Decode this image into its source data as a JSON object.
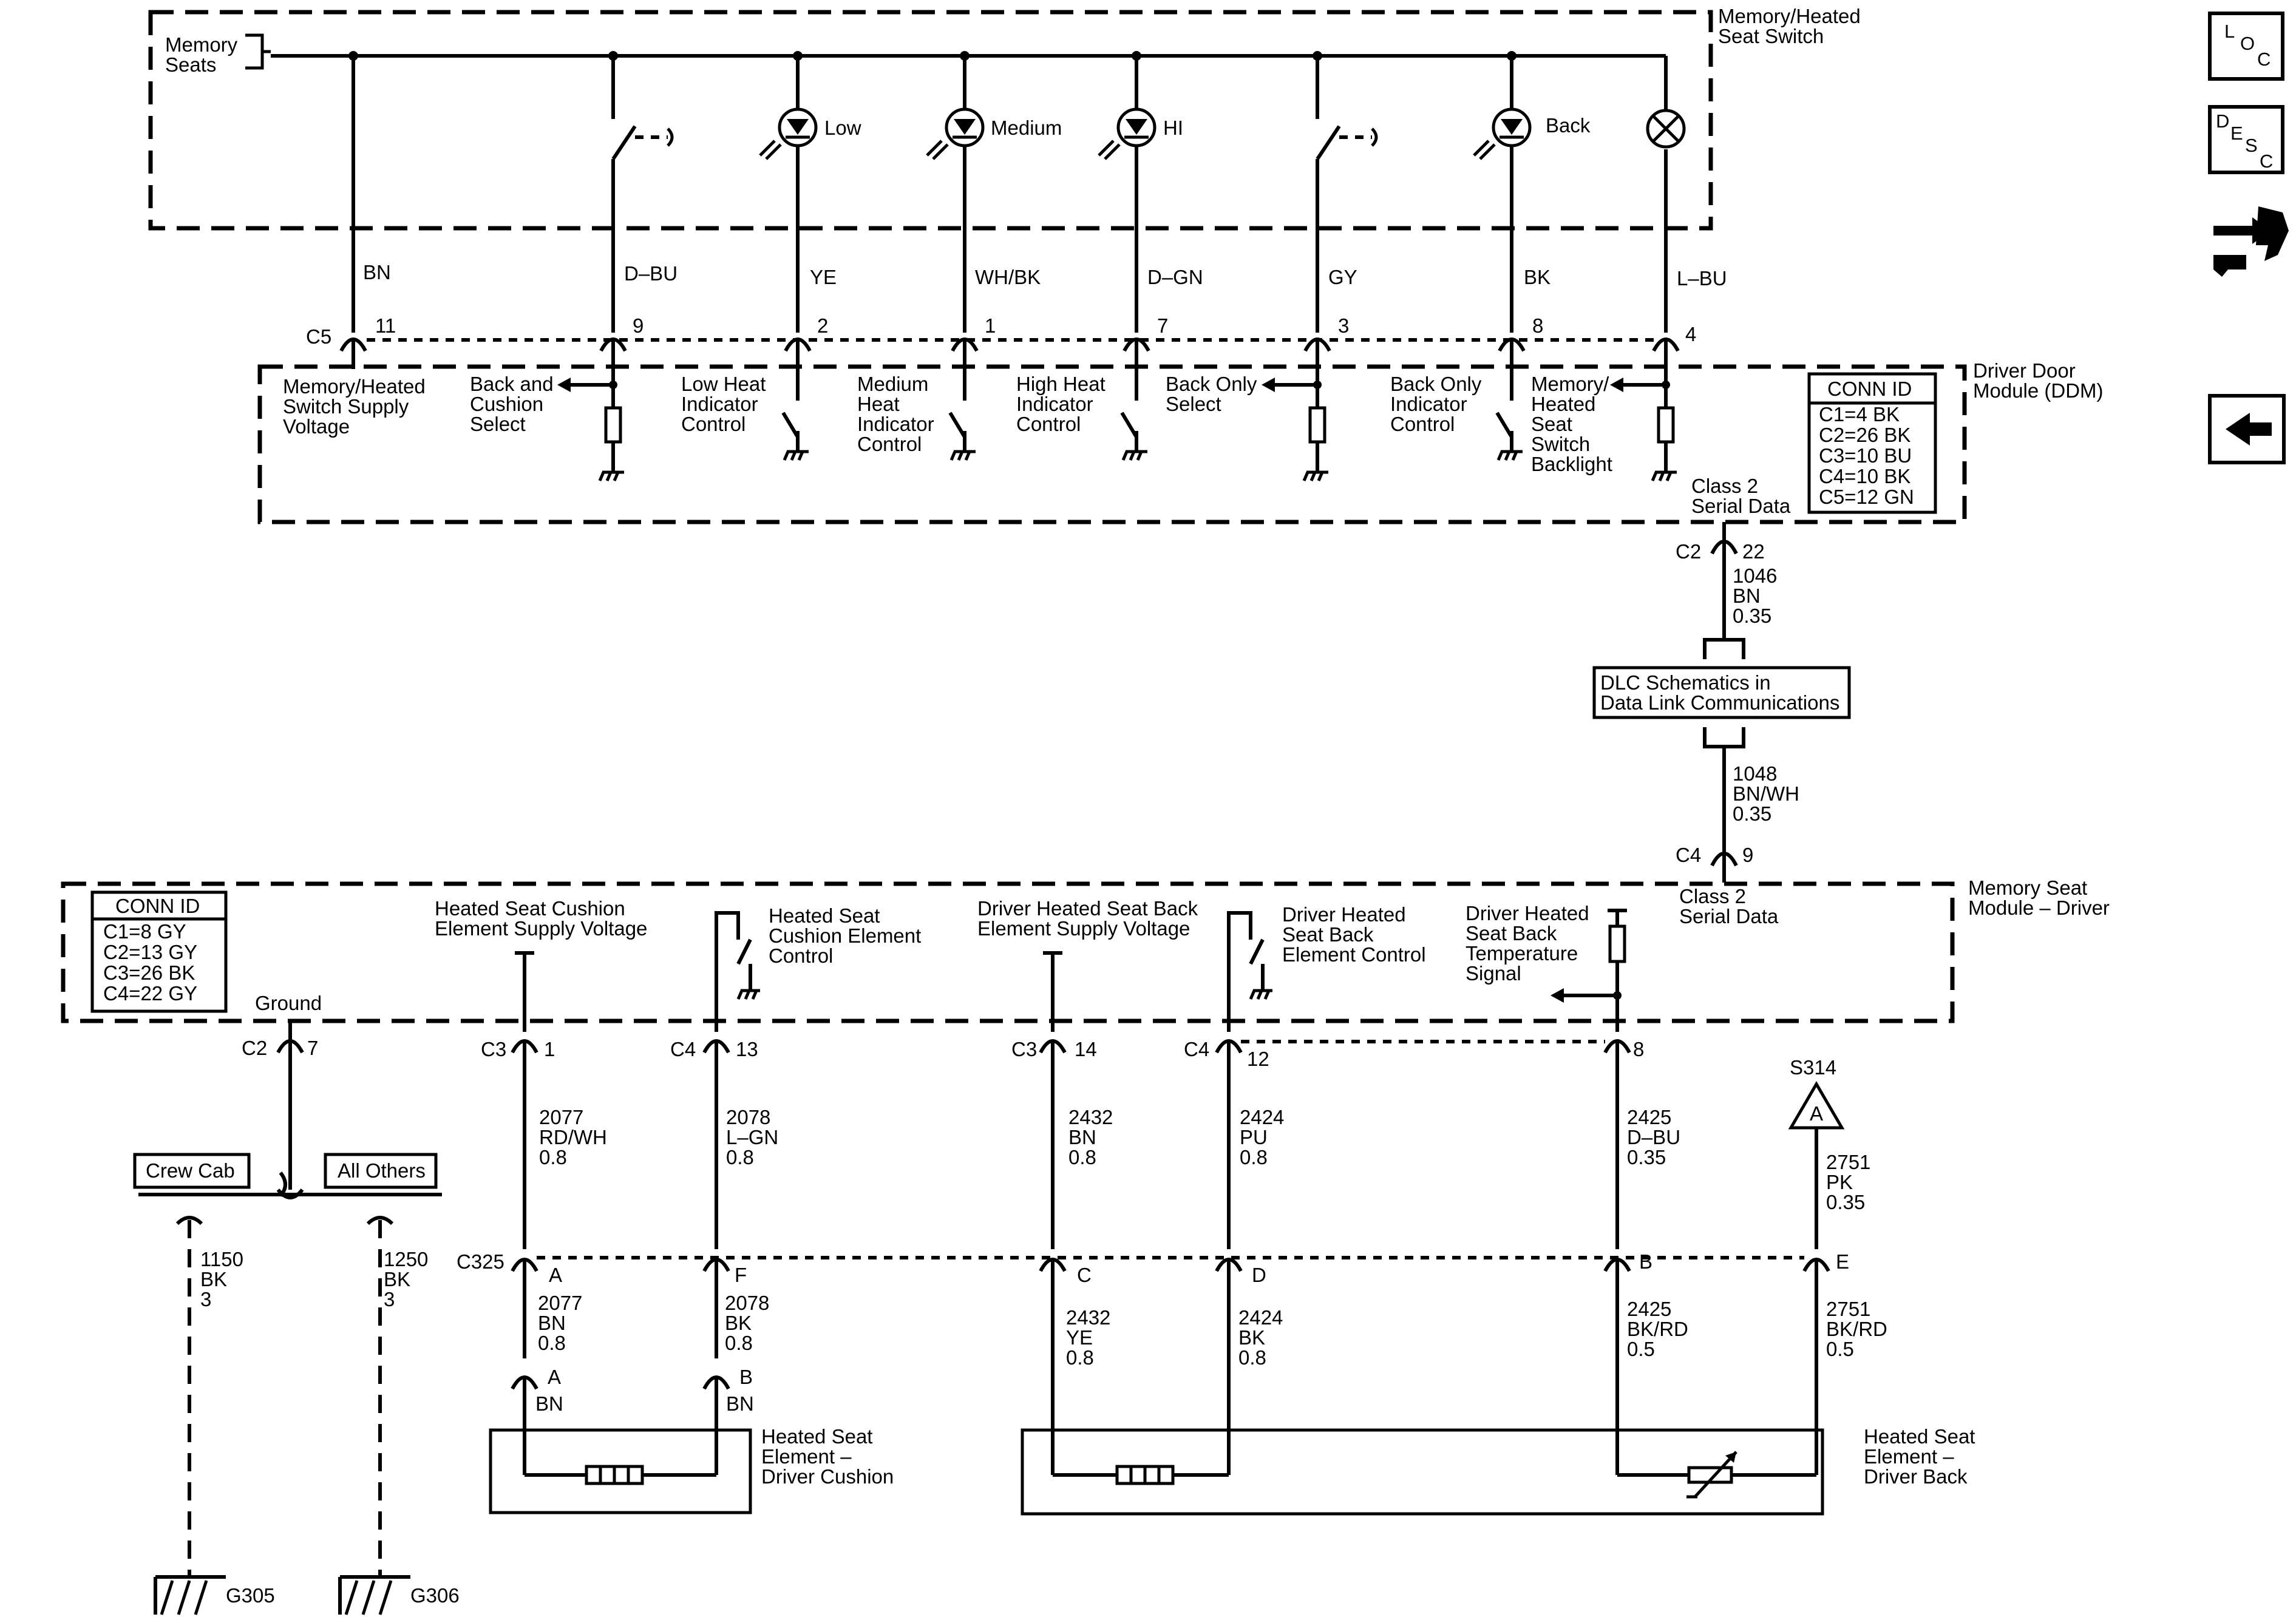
{
  "switch": {
    "label": "Memory/Heated\nSeat Switch",
    "memory_seats": "Memory\nSeats",
    "low": "Low",
    "medium": "Medium",
    "hi": "HI",
    "back": "Back"
  },
  "ddm": {
    "label": "Driver Door\nModule (DDM)",
    "class2": "Class 2\nSerial Data"
  },
  "ddm_conn_id": {
    "title": "CONN ID",
    "rows": [
      "C1=4 BK",
      "C2=26 BK",
      "C3=10 BU",
      "C4=10 BK",
      "C5=12 GN"
    ]
  },
  "ddm_pins": [
    {
      "wire": "BN",
      "pin": "11",
      "conn": "C5",
      "desc": "Memory/Heated\nSwitch Supply\nVoltage"
    },
    {
      "wire": "D–BU",
      "pin": "9",
      "desc": "Back and\nCushion\nSelect"
    },
    {
      "wire": "YE",
      "pin": "2",
      "desc": "Low Heat\nIndicator\nControl"
    },
    {
      "wire": "WH/BK",
      "pin": "1",
      "desc": "Medium\nHeat\nIndicator\nControl"
    },
    {
      "wire": "D–GN",
      "pin": "7",
      "desc": "High Heat\nIndicator\nControl"
    },
    {
      "wire": "GY",
      "pin": "3",
      "desc": "Back Only\nSelect"
    },
    {
      "wire": "BK",
      "pin": "8",
      "desc": "Back Only\nIndicator\nControl"
    },
    {
      "wire": "L–BU",
      "pin": "4",
      "desc": "Memory/\nHeated\nSeat\nSwitch\nBacklight"
    }
  ],
  "serial_link": {
    "c2": "C2",
    "pin22": "22",
    "w1046": "1046\nBN\n0.35",
    "dlc": "DLC Schematics in\nData Link Communications",
    "w1048": "1048\nBN/WH\n0.35",
    "c4": "C4",
    "pin9": "9"
  },
  "msm": {
    "label": "Memory Seat\nModule – Driver",
    "class2": "Class 2\nSerial Data",
    "ground": "Ground",
    "cushion_supply": "Heated Seat Cushion\nElement Supply Voltage",
    "cushion_control": "Heated Seat\nCushion Element\nControl",
    "back_supply": "Driver Heated Seat Back\nElement Supply Voltage",
    "back_control": "Driver Heated\nSeat Back\nElement Control",
    "back_temp": "Driver Heated\nSeat Back\nTemperature\nSignal"
  },
  "msm_conn_id": {
    "title": "CONN ID",
    "rows": [
      "C1=8 GY",
      "C2=13 GY",
      "C3=26 BK",
      "C4=22 GY"
    ]
  },
  "msm_pins": [
    {
      "conn": "C2",
      "pin": "7"
    },
    {
      "conn": "C3",
      "pin": "1"
    },
    {
      "conn": "C4",
      "pin": "13"
    },
    {
      "conn": "C3",
      "pin": "14"
    },
    {
      "conn": "C4",
      "pin": "12"
    },
    {
      "pin": "8"
    }
  ],
  "upper_wires": [
    {
      "text": "2077\nRD/WH\n0.8"
    },
    {
      "text": "2078\nL–GN\n0.8"
    },
    {
      "text": "2432\nBN\n0.8"
    },
    {
      "text": "2424\nPU\n0.8"
    },
    {
      "text": "2425\nD–BU\n0.35"
    },
    {
      "text": "2751\nPK\n0.35"
    }
  ],
  "splice": {
    "name": "S314",
    "letter": "A"
  },
  "c325": {
    "label": "C325",
    "pins": [
      "A",
      "F",
      "C",
      "D",
      "B",
      "E"
    ]
  },
  "lower_wires": [
    {
      "text": "2077\nBN\n0.8"
    },
    {
      "text": "2078\nBK\n0.8"
    },
    {
      "text": "2432\nYE\n0.8"
    },
    {
      "text": "2424\nBK\n0.8"
    },
    {
      "text": "2425\nBK/RD\n0.5"
    },
    {
      "text": "2751\nBK/RD\n0.5"
    }
  ],
  "cushion_element": {
    "label": "Heated Seat\nElement –\nDriver Cushion",
    "pin_a": "A",
    "pin_b": "B",
    "bn_a": "BN",
    "bn_b": "BN"
  },
  "back_element": {
    "label": "Heated Seat\nElement –\nDriver Back"
  },
  "ground_options": {
    "crew_cab": "Crew Cab",
    "all_others": "All Others",
    "w1150": "1150\nBK\n3",
    "w1250": "1250\nBK\n3",
    "g305": "G305",
    "g306": "G306"
  },
  "nav": {
    "loc": [
      "L",
      "O",
      "C"
    ],
    "desc": [
      "D",
      "E",
      "S",
      "C"
    ]
  }
}
